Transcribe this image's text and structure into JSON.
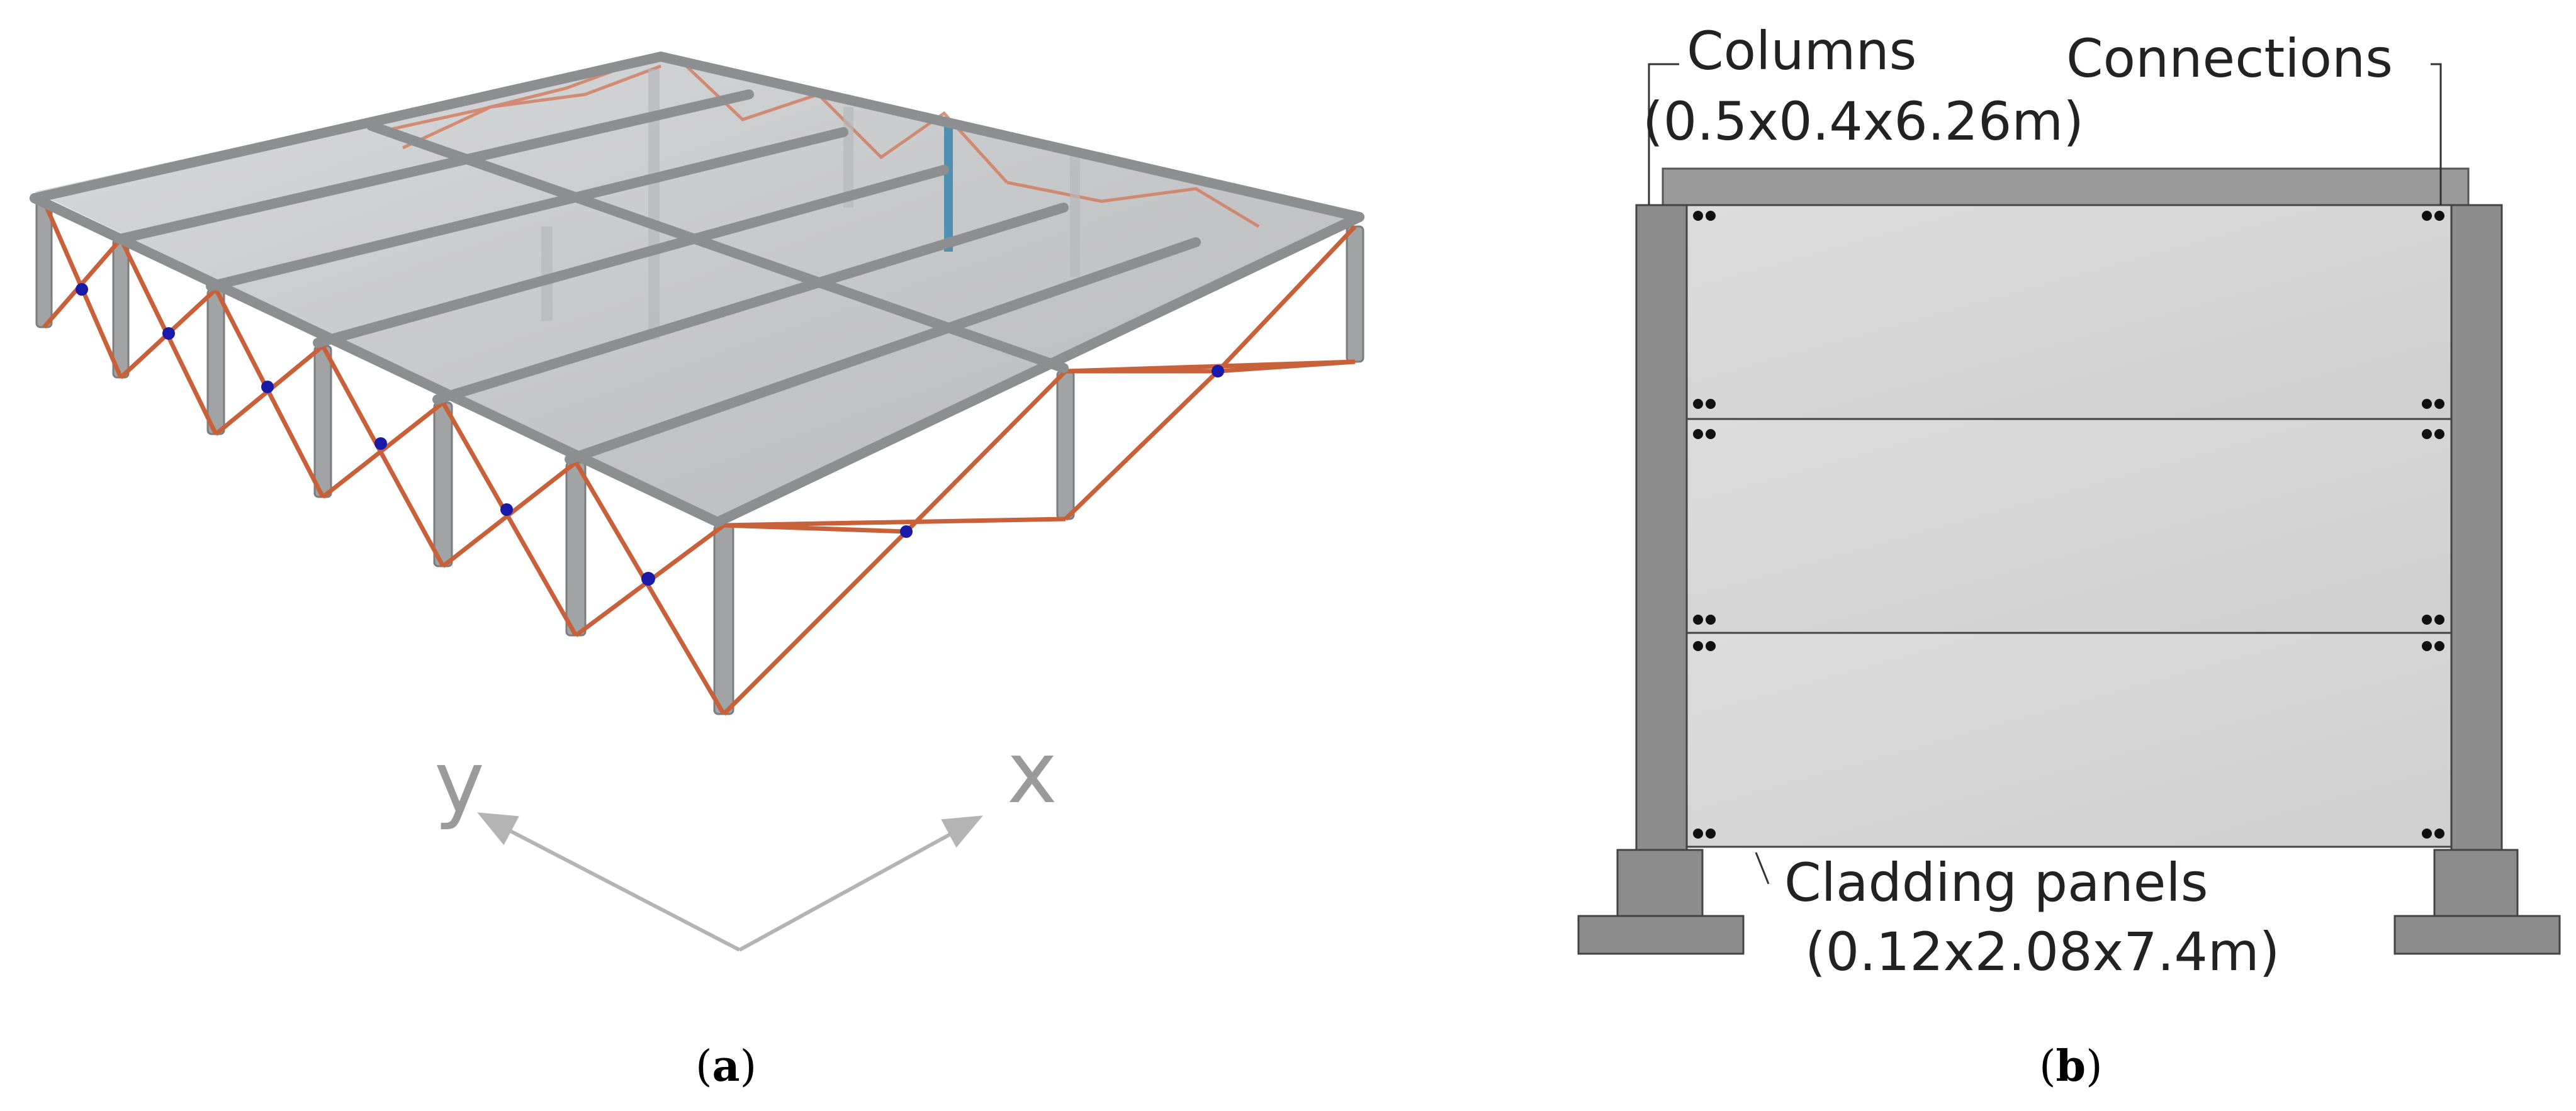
{
  "panel_a": {
    "axis_y": "y",
    "axis_x": "x",
    "caption_letter": "a",
    "colors": {
      "roof": "#bcbdbf",
      "beam": "#8d8e90",
      "column": "#a2a3a5",
      "bracing": "#c8603a",
      "node": "#1a1aa8",
      "highlight_column": "#4f8fb0",
      "axis_arrow": "#b4b4b4"
    }
  },
  "panel_b": {
    "label_columns_line1": "Columns",
    "label_columns_line2": "(0.5x0.4x6.26m)",
    "label_connections": "Connections",
    "label_cladding_line1": "Cladding panels",
    "label_cladding_line2": "(0.12x2.08x7.4m)",
    "caption_letter": "b",
    "colors": {
      "column": "#8c8c8c",
      "panel": "#d6d6d6",
      "beam": "#9a9a9a",
      "connection": "#111111"
    }
  }
}
